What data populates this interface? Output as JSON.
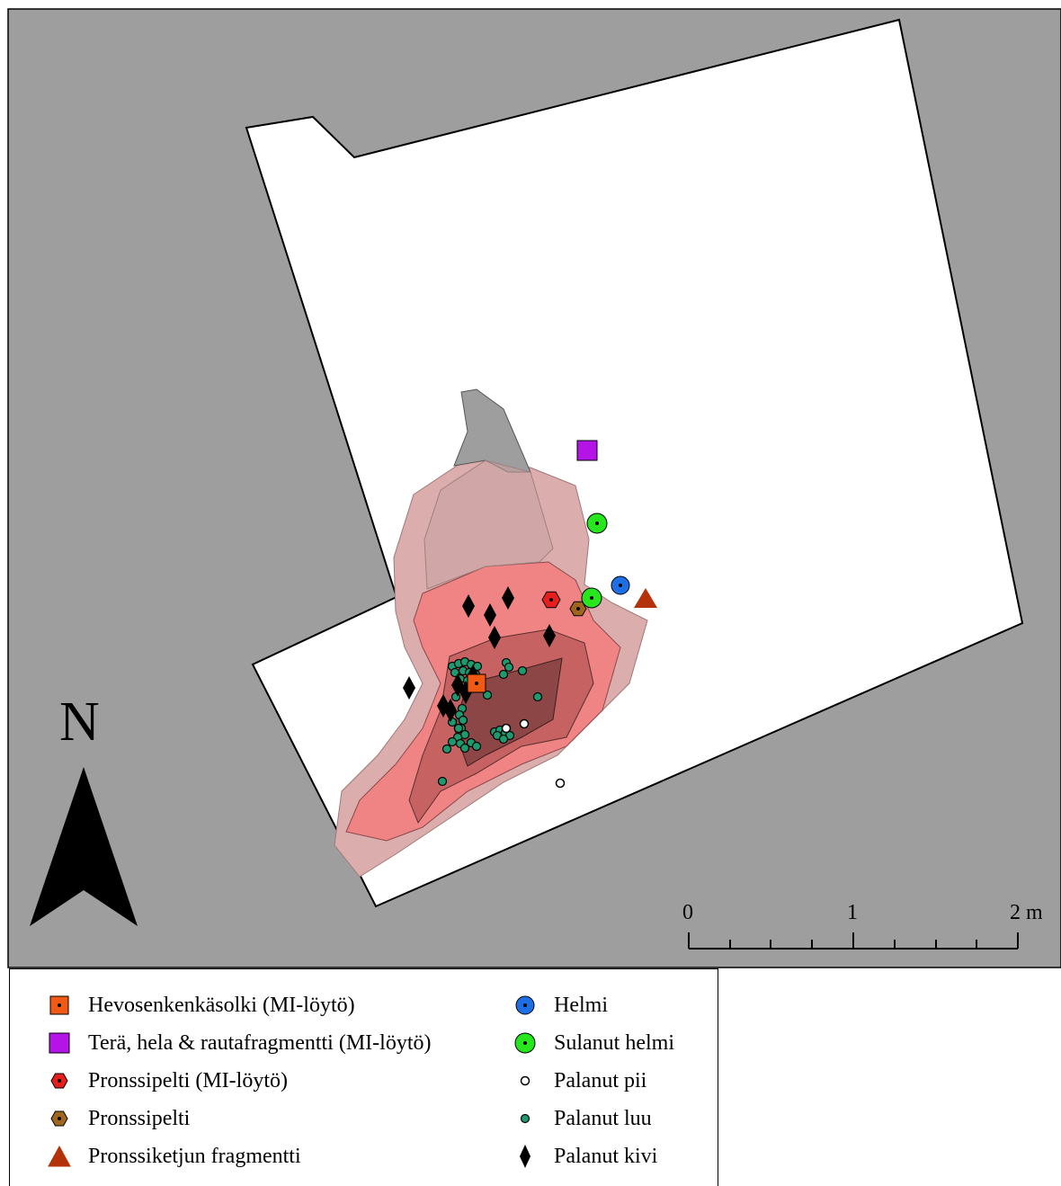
{
  "north_label": "N",
  "scale": {
    "labels": [
      "0",
      "1",
      "2 m"
    ]
  },
  "legend": [
    {
      "label": "Hevosenkenkäsolki (MI-löytö)",
      "symbol": "square-dot",
      "color": "#f05a14"
    },
    {
      "label": "Terä, hela & rautafragmentti (MI-löytö)",
      "symbol": "square",
      "color": "#b414e6"
    },
    {
      "label": "Pronssipelti (MI-löytö)",
      "symbol": "hexagon-dot",
      "color": "#e61e1e"
    },
    {
      "label": "Pronssipelti",
      "symbol": "hexagon-dot",
      "color": "#a0661e"
    },
    {
      "label": "Pronssiketjun fragmentti",
      "symbol": "triangle",
      "color": "#b4320a"
    },
    {
      "label": "Helmi",
      "symbol": "circle-dot",
      "color": "#1e6ee6"
    },
    {
      "label": "Sulanut helmi",
      "symbol": "circle-dot",
      "color": "#28e61e"
    },
    {
      "label": "Palanut pii",
      "symbol": "small-circle",
      "color": "#ffffff"
    },
    {
      "label": "Palanut luu",
      "symbol": "small-circle",
      "color": "#1e9a6e"
    },
    {
      "label": "Palanut kivi",
      "symbol": "diamond",
      "color": "#000000"
    }
  ],
  "colors": {
    "background": "#9e9e9e",
    "excavation_area": "#ffffff",
    "density_low": "#d9aaaa",
    "density_mid": "#f08080",
    "density_high": "#c86464",
    "density_core": "#8c4646",
    "stone_gray": "#9e9e9e"
  }
}
